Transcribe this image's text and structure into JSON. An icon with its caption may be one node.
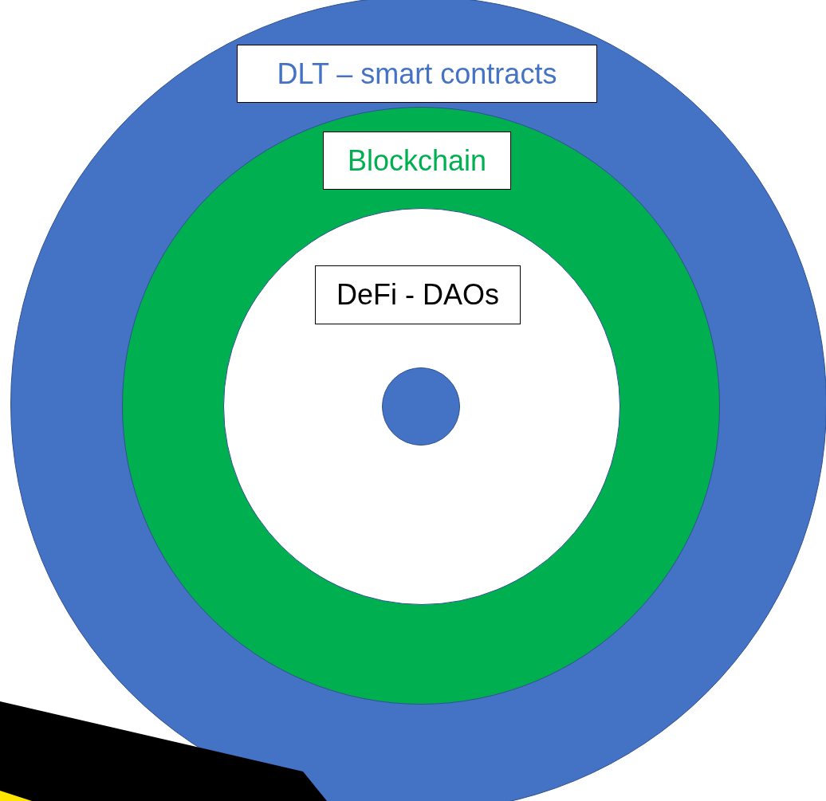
{
  "diagram": {
    "nodes": [
      {
        "text": [
          "DLT – smart contracts"
        ]
      },
      {
        "text": [
          "Blockchain"
        ],
        "in": 0
      },
      {
        "text": [
          "DeFi - DAOs"
        ],
        "in": 1
      },
      {
        "text": [],
        "shape": "circle",
        "in": 2
      }
    ]
  }
}
